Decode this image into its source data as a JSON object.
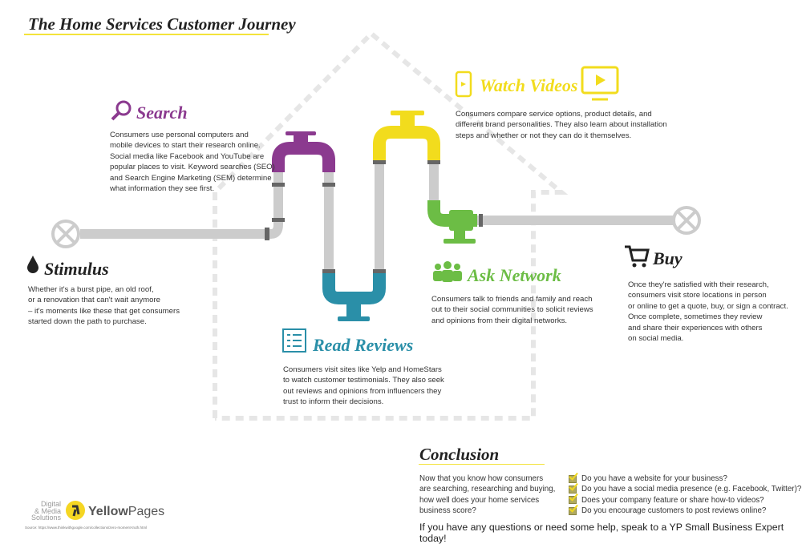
{
  "title": "The Home Services Customer Journey",
  "colors": {
    "search": "#8b3a8f",
    "reviews": "#2a8fa8",
    "network": "#6cbd45",
    "videos": "#f2dc1d",
    "pipe": "#cccccc",
    "connector": "#666666",
    "accent": "#f3e33a"
  },
  "stages": {
    "stimulus": {
      "icon": "water-drop-icon",
      "heading": "Stimulus",
      "body": "Whether it's a burst pipe, an old roof,\nor a renovation that can't wait anymore\n– it's moments like these that get consumers\nstarted down the path to purchase."
    },
    "search": {
      "icon": "magnifier-icon",
      "heading": "Search",
      "body": "Consumers use personal computers and\nmobile devices to start their research online.\nSocial media like Facebook and YouTube are\npopular places to visit. Keyword searches (SEO)\nand Search Engine Marketing (SEM) determine\nwhat information they see first."
    },
    "reviews": {
      "icon": "checklist-icon",
      "heading": "Read Reviews",
      "body": "Consumers visit sites like Yelp and HomeStars\nto watch customer testimonials. They also seek\nout reviews and opinions from influencers they\ntrust to inform their decisions."
    },
    "videos": {
      "icon": "video-player-icon",
      "heading": "Watch Videos",
      "body": "Consumers compare service options, product details, and\ndifferent brand personalities. They also learn about installation\nsteps and whether or not they can do it themselves."
    },
    "network": {
      "icon": "people-group-icon",
      "heading": "Ask Network",
      "body": "Consumers talk to friends and family and reach\nout to their social communities to solicit reviews\nand opinions from their digital networks."
    },
    "buy": {
      "icon": "shopping-cart-icon",
      "heading": "Buy",
      "body": "Once they're satisfied with their research,\nconsumers visit store locations in person\nor online to get a quote, buy, or sign a contract.\nOnce complete, sometimes they review\nand share their experiences with others\non social media."
    }
  },
  "conclusion": {
    "heading": "Conclusion",
    "body": "Now that you know how consumers\nare searching, researching and buying,\nhow well does your home services\nbusiness score?",
    "checklist": [
      "Do you have a website for your business?",
      "Do you have a social media presence (e.g. Facebook, Twitter)?",
      "Does your company feature or share how-to videos?",
      "Do you encourage customers to post reviews online?"
    ],
    "cta": "If you have any questions or need some help, speak to a YP Small Business Expert today!"
  },
  "footer": {
    "dms": "Digital\n& Media\nSolutions",
    "brand_bold": "Yellow",
    "brand_light": "Pages",
    "source": "Source: https://www.thinkwithgoogle.com/collections/zero-moment-truth.html"
  }
}
